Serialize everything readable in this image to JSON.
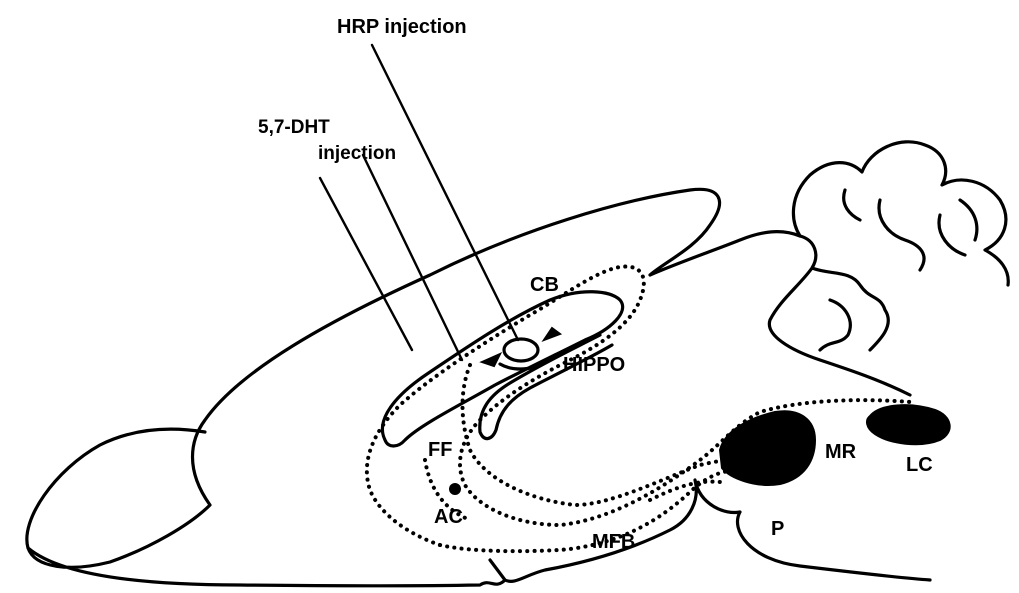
{
  "labels": {
    "hrp_injection": "HRP injection",
    "dht_line1": "5,7-DHT",
    "dht_line2": "injection",
    "cb": "CB",
    "hippo": "HIPPO",
    "ff": "FF",
    "ac": "AC",
    "mfb": "MFB",
    "mr": "MR",
    "lc": "LC",
    "p": "P"
  }
}
